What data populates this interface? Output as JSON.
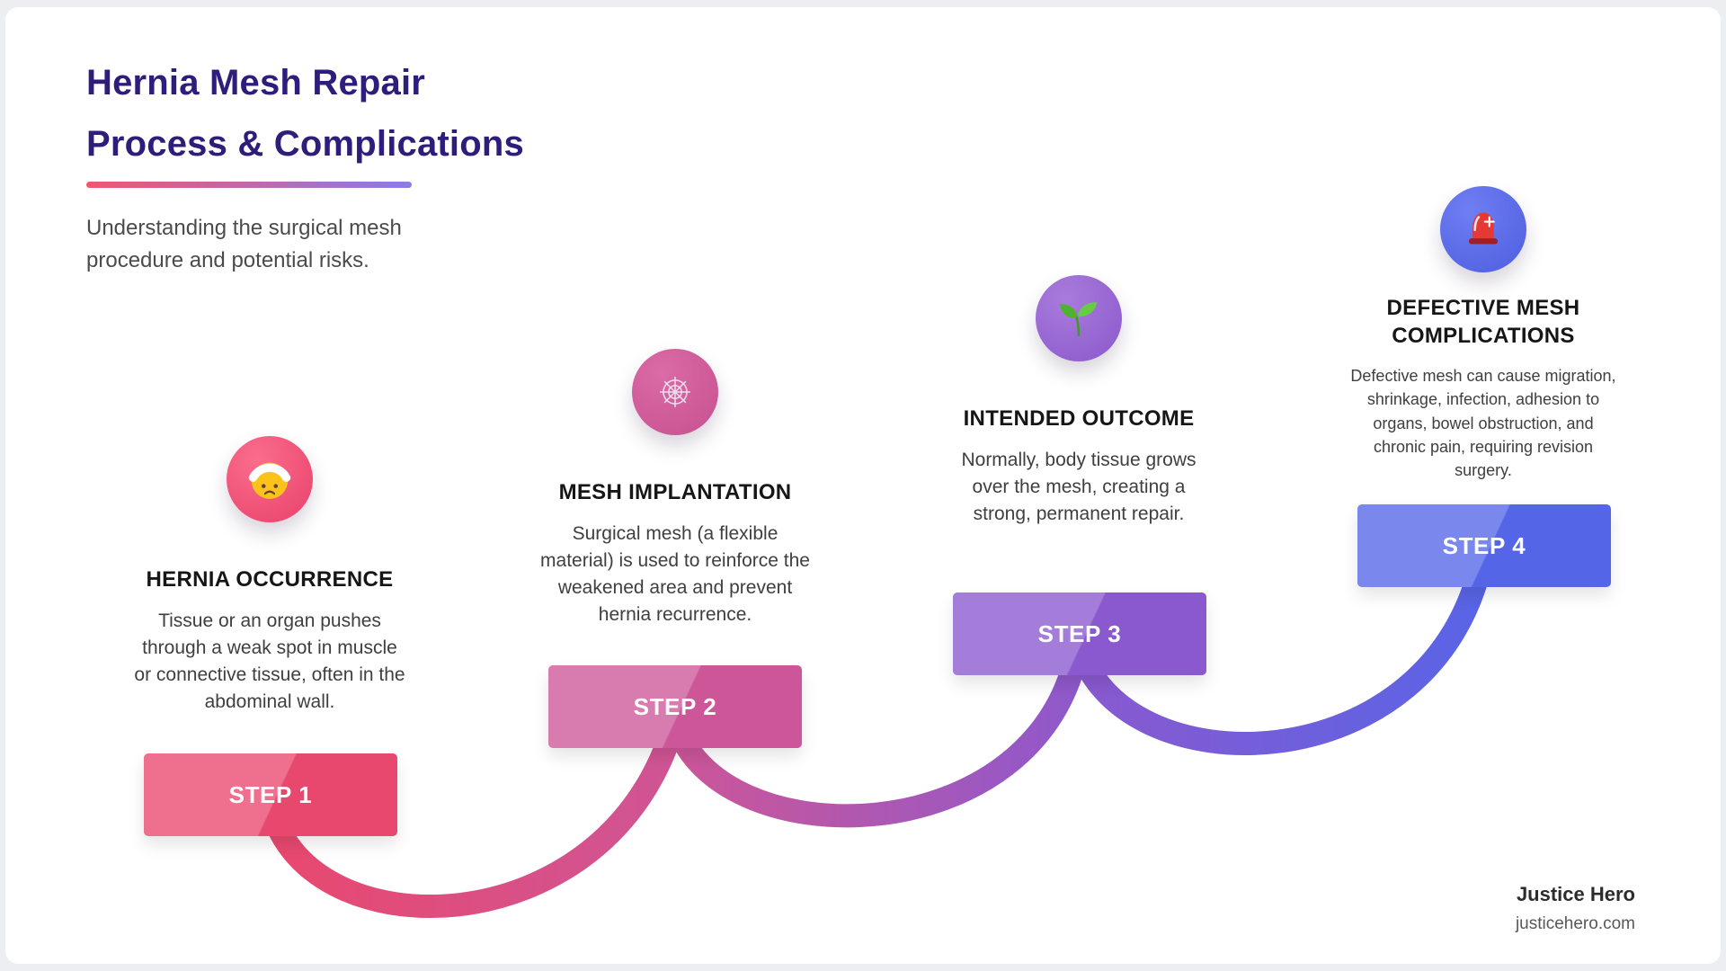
{
  "page": {
    "title_line1": "Hernia Mesh Repair",
    "title_line2": "Process & Complications",
    "subtitle": "Understanding the surgical mesh procedure and potential risks."
  },
  "colors": {
    "title": "#2e1d7b",
    "divider_from": "#f2566f",
    "divider_to": "#8b7ce8",
    "step_colors": [
      "#e9486e",
      "#cd5698",
      "#8a59cf",
      "#5565e8"
    ]
  },
  "steps": [
    {
      "label": "STEP 1",
      "heading": "HERNIA OCCURRENCE",
      "description": "Tissue or an organ pushes through a weak spot in muscle or connective tissue, often in the abdominal wall.",
      "icon": "bandaged-face-icon",
      "color": "#e9486e"
    },
    {
      "label": "STEP 2",
      "heading": "MESH IMPLANTATION",
      "description": "Surgical mesh (a flexible material) is used to reinforce the weakened area and prevent hernia recurrence.",
      "icon": "mesh-web-icon",
      "color": "#cd5698"
    },
    {
      "label": "STEP 3",
      "heading": "INTENDED OUTCOME",
      "description": "Normally, body tissue grows over the mesh, creating a strong, permanent repair.",
      "icon": "seedling-icon",
      "color": "#8a59cf"
    },
    {
      "label": "STEP 4",
      "heading": "DEFECTIVE MESH COMPLICATIONS",
      "description": "Defective mesh can cause migration, shrinkage, infection, adhesion to organs, bowel obstruction, and chronic pain, requiring revision surgery.",
      "icon": "siren-icon",
      "color": "#5565e8"
    }
  ],
  "footer": {
    "brand": "Justice Hero",
    "website": "justicehero.com"
  }
}
